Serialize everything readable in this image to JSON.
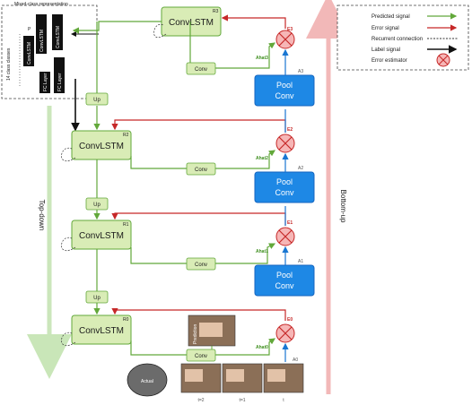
{
  "classifier": {
    "caption": "Mixed-class representation",
    "classes_label": "14 class classes",
    "p_label": "P",
    "bars": [
      "ConvLSTM",
      "ConvLSTM",
      "FC Layer",
      "FC Layer"
    ]
  },
  "convlstm": {
    "label": "ConvLSTM",
    "levels": [
      {
        "tag": "R3"
      },
      {
        "tag": "R2"
      },
      {
        "tag": "R1"
      },
      {
        "tag": "R0"
      }
    ]
  },
  "up_label": "Up",
  "conv_label": "Conv",
  "pool_conv": {
    "line1": "Pool",
    "line2": "Conv"
  },
  "ahat": [
    "Ahat3",
    "Ahat2",
    "Ahat1",
    "Ahat0"
  ],
  "a_tags": [
    "A3",
    "A2",
    "A1",
    "A0"
  ],
  "errors": [
    "E3",
    "E2",
    "E1",
    "E0"
  ],
  "top_down": "Top-down",
  "bottom_up": "Bottom-up",
  "prediction_label": "Prediction",
  "actual_label": "Actual",
  "frame_labels": [
    "t=2",
    "t=1",
    "t"
  ],
  "legend": {
    "items": [
      {
        "label": "Predicted signal"
      },
      {
        "label": "Error signal"
      },
      {
        "label": "Recurrent connection"
      },
      {
        "label": "Label signal"
      },
      {
        "label": "Error estimator"
      }
    ]
  },
  "colors": {
    "green": "#62a83a",
    "red": "#c62828",
    "blue": "#1976d2",
    "lstm_fill": "#d9ecb6",
    "pool_fill": "#1e88e5",
    "err_fill": "#f6b6b6"
  }
}
